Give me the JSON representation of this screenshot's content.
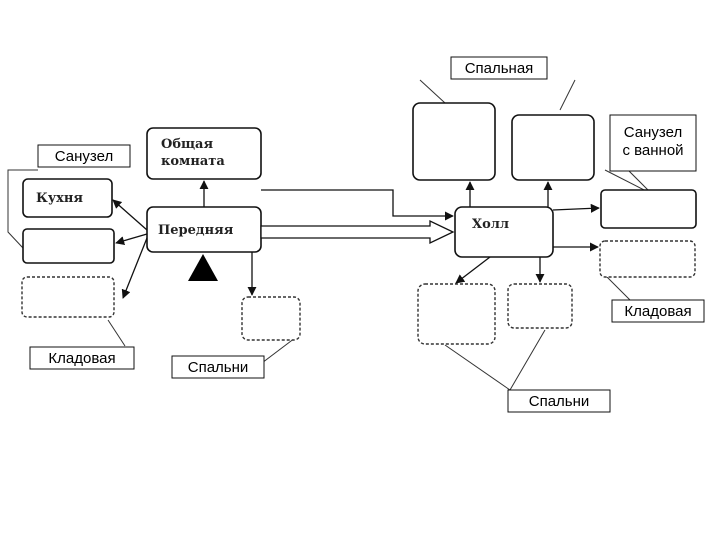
{
  "rooms": {
    "obshaya_line1": "Общая",
    "obshaya_line2": "комната",
    "kukhnya": "Кухня",
    "perednyaya": "Передняя",
    "holl": "Холл"
  },
  "callouts": {
    "spalnaya": "Спальная",
    "sanuzel_left": "Санузел",
    "sanuzel_vannoy_line1": "Санузел",
    "sanuzel_vannoy_line2": "с ванной",
    "kladovaya_right": "Кладовая",
    "kladovaya_left": "Кладовая",
    "spalni_left": "Спальни",
    "spalni_right": "Спальни"
  },
  "colors": {
    "line": "#111111",
    "background": "#ffffff"
  },
  "icons": {
    "entrance": "entrance-triangle-icon"
  }
}
